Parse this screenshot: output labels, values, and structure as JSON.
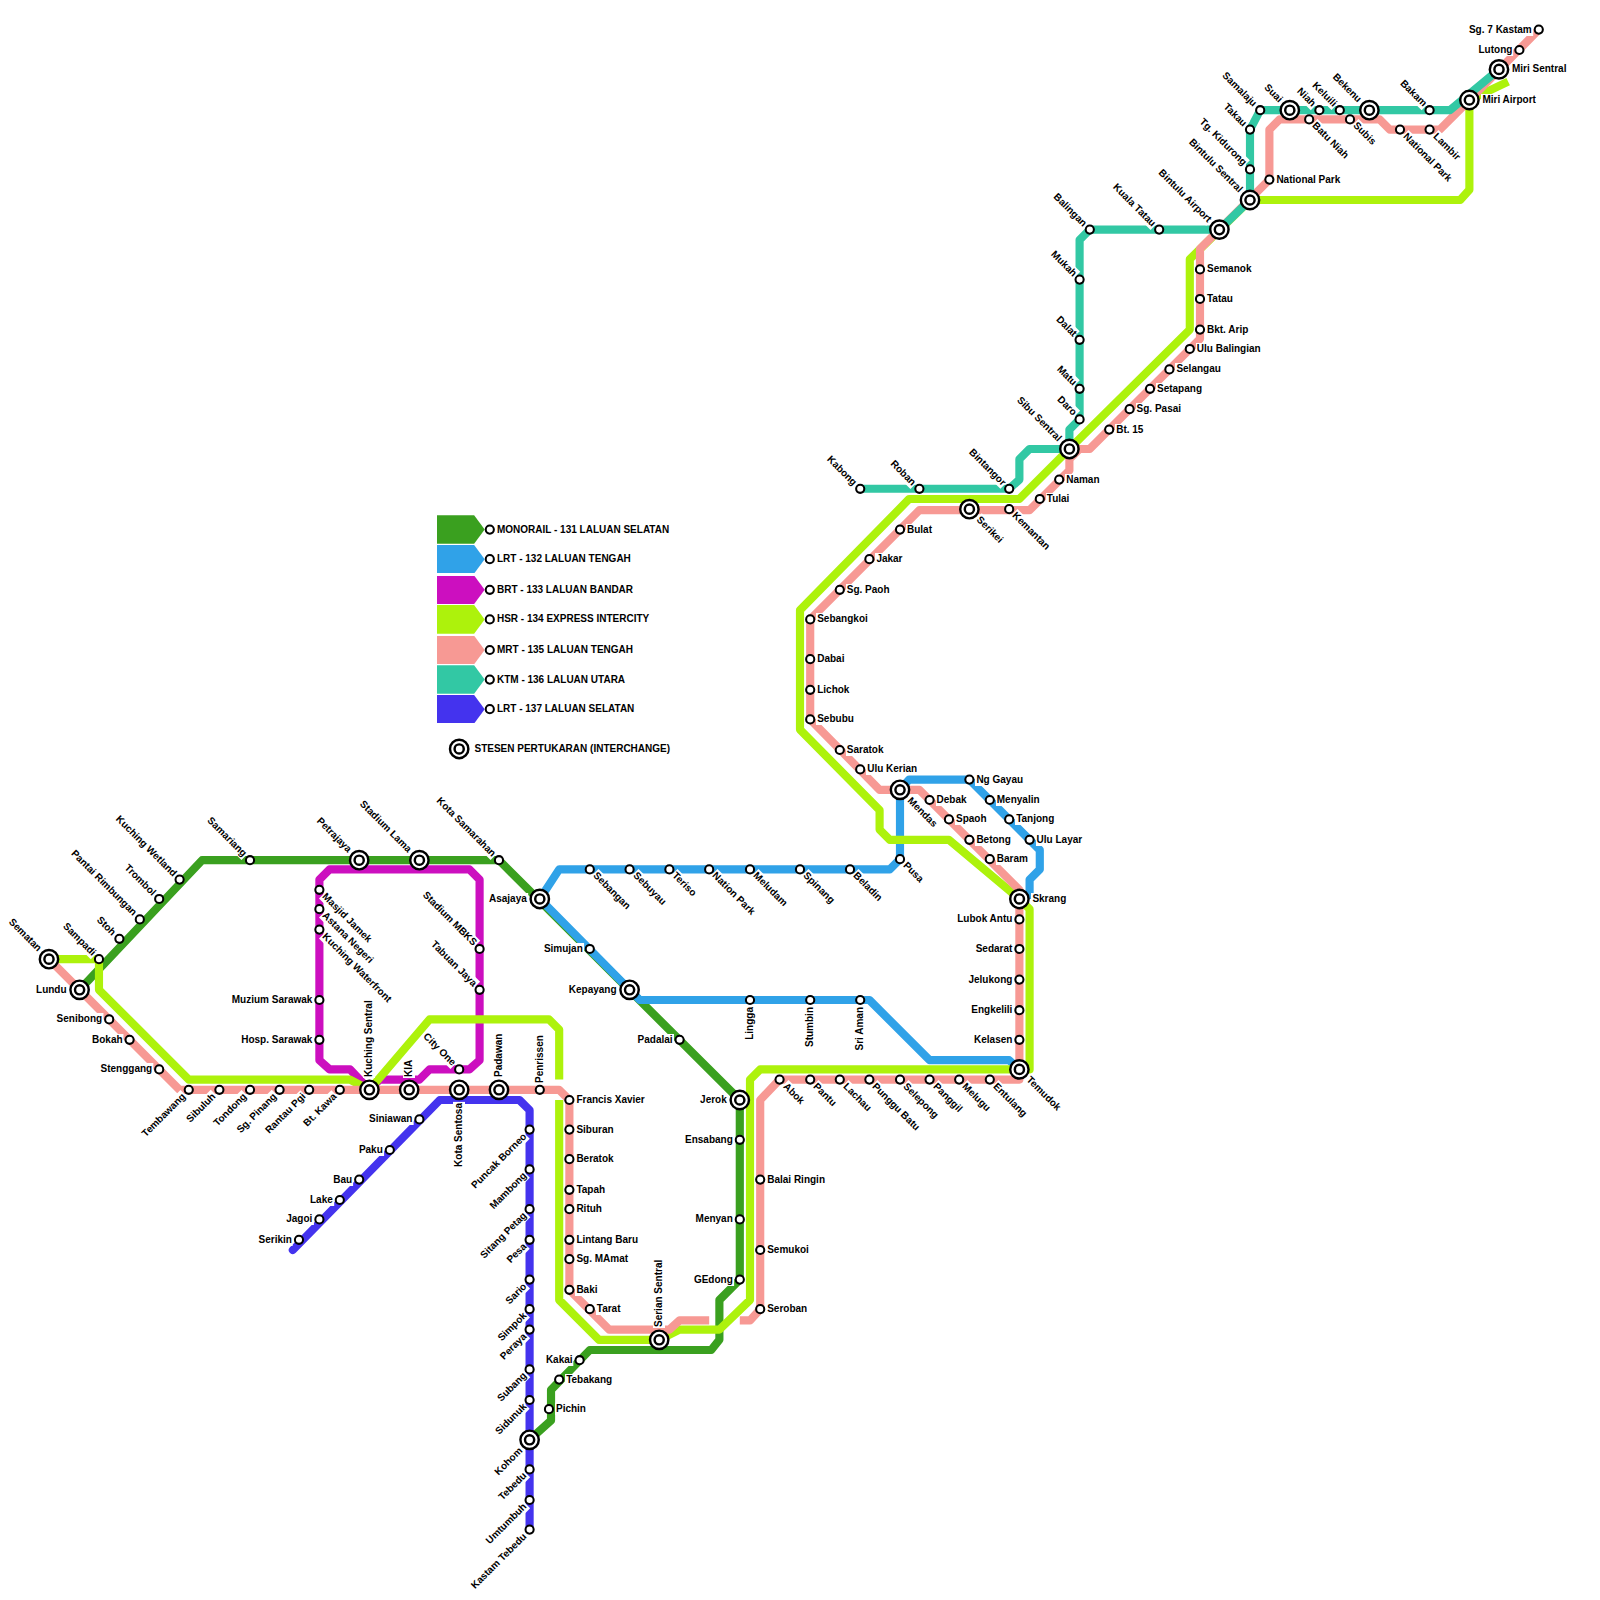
{
  "diagram": {
    "labels": [
      "Sematan",
      "Lundu",
      "Sampadi",
      "Stoh",
      "Pantai Rimbungan",
      "Trombol",
      "Kuching Wetland",
      "Samariang",
      "Petrajaya",
      "Stadium Lama",
      "Kota Samarahan",
      "Asajaya",
      "Simujan",
      "Kepayang",
      "Padalai",
      "Jerok",
      "Ensabang",
      "Menyan",
      "GEdong",
      "Kakai",
      "Tebakang",
      "Pichin",
      "Kohom",
      "Sebangan",
      "Sebuyau",
      "Teriso",
      "Nation Park",
      "Meludam",
      "Spinang",
      "Beladin",
      "Pusa",
      "Lingga",
      "Stumbin",
      "Sri Aman",
      "Ng Gayau",
      "Menyalin",
      "Tanjong",
      "Ulu Layar",
      "Masjid Jamek",
      "Astana Negeri",
      "Kuching Waterfront",
      "Muzium Sarawak",
      "Hosp. Sarawak",
      "Stadium MBKS",
      "Tabuan Jaya",
      "City One",
      "Kuching Sentral",
      "KIA",
      "Kota Sentosa",
      "Padawan",
      "Penrissen",
      "Senibong",
      "Bokah",
      "Stenggang",
      "Tembawang",
      "Sibuluh",
      "Tondong",
      "Sg. Pinang",
      "Rantau Pgi",
      "Bt. Kawa",
      "Francis Xavier",
      "Siburan",
      "Beratok",
      "Tapah",
      "Rituh",
      "Lintang Baru",
      "Sg. MAmat",
      "Baki",
      "Tarat",
      "Serian Sentral",
      "Seroban",
      "Semukoi",
      "Balai Ringin",
      "Abok",
      "Pantu",
      "Lachau",
      "Punggu Batu",
      "Selepong",
      "Panggil",
      "Melugu",
      "Entulang",
      "Temudok",
      "Kelasen",
      "Engkelili",
      "Jelukong",
      "Sedarat",
      "Lubok Antu",
      "Skrang",
      "Baram",
      "Betong",
      "Spaoh",
      "Debak",
      "Mendas",
      "Ulu Kerian",
      "Saratok",
      "Sebubu",
      "Lichok",
      "Dabai",
      "Sebangkoi",
      "Sg. Paoh",
      "Jakar",
      "Bulat",
      "Serikei",
      "Kemantan",
      "Tulai",
      "Naman",
      "Sibu Sentral",
      "Bt. 15",
      "Sg. Pasai",
      "Setapang",
      "Selangau",
      "Ulu Balingian",
      "Bkt. Arip",
      "Tatau",
      "Semanok",
      "Bintulu Airport",
      "Bintulu Sentral",
      "National Park",
      "Batu Niah",
      "Subis",
      "National Park",
      "Lambir",
      "Miri Airport",
      "Miri Sentral",
      "Lutong",
      "Sg. 7 Kastam",
      "Kabong",
      "Roban",
      "Bintangor",
      "Daro",
      "Matu",
      "Dalat",
      "Mukah",
      "Balingan",
      "Kuala Tatau",
      "Tg. Kidurong",
      "Takau",
      "Samalaju",
      "Suai",
      "Niah",
      "Keluili",
      "Bekenu",
      "Bakam",
      "Serikin",
      "Jagoi",
      "Lake",
      "Bau",
      "Paku",
      "Siniawan",
      "Puncak Borneo",
      "Mambong",
      "Sitang Petag",
      "Pesa",
      "Sario",
      "Simpok",
      "Peraya",
      "Subang",
      "Sidunuk",
      "Tebedu",
      "Umtumbuh",
      "Kastam Tebedu"
    ],
    "legend": [
      {
        "text": "MONORAIL - 131 LALUAN SELATAN",
        "color": "#3aa01f"
      },
      {
        "text": "LRT - 132 LALUAN TENGAH",
        "color": "#30a2e8"
      },
      {
        "text": "BRT - 133 LALUAN BANDAR",
        "color": "#cc0fbf"
      },
      {
        "text": "HSR - 134 EXPRESS INTERCITY",
        "color": "#adf20c"
      },
      {
        "text": "MRT - 135 LALUAN TENGAH",
        "color": "#f79994"
      },
      {
        "text": "KTM - 136 LALUAN UTARA",
        "color": "#32c8a4"
      },
      {
        "text": "LRT - 137 LALUAN SELATAN",
        "color": "#4433ee"
      },
      {
        "text": "STESEN PERTUKARAN (INTERCHANGE)"
      }
    ]
  }
}
